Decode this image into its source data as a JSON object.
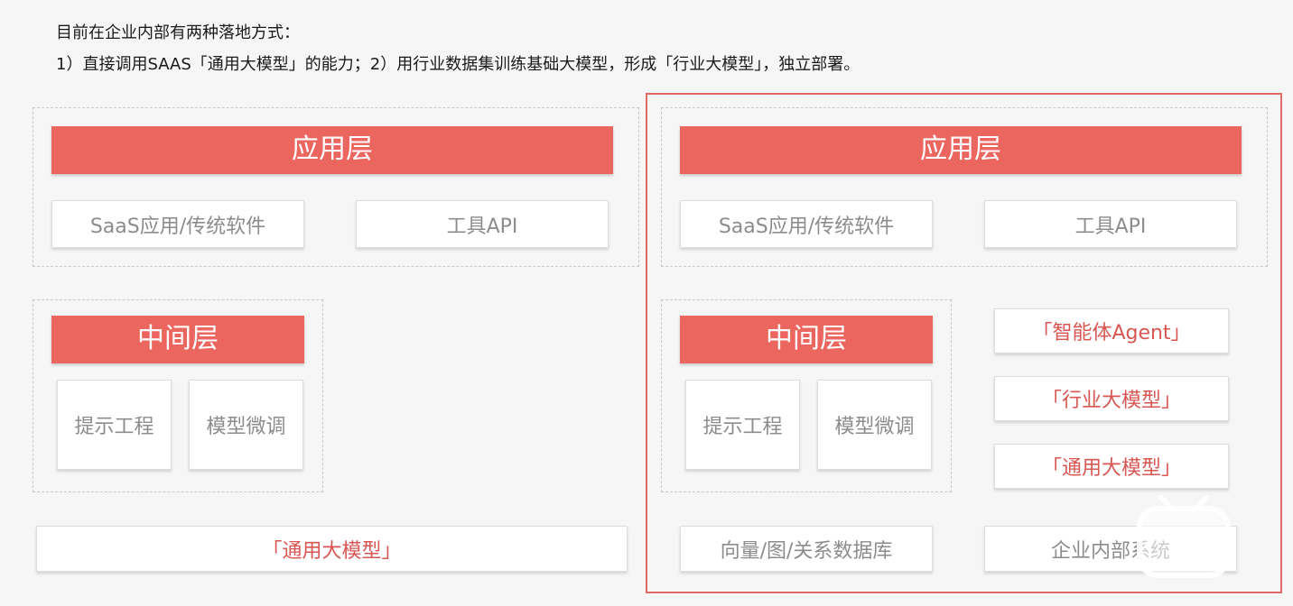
{
  "heading": {
    "line1": "目前在企业内部有两种落地方式：",
    "line2": "1）直接调用SAAS「通用大模型」的能力；2）用行业数据集训练基础大模型，形成「行业大模型」，独立部署。"
  },
  "left": {
    "app_layer": {
      "title": "应用层",
      "saas": "SaaS应用/传统软件",
      "tool_api": "工具API"
    },
    "middle_layer": {
      "title": "中间层",
      "prompt": "提示工程",
      "finetune": "模型微调"
    },
    "general_model": "「通用大模型」"
  },
  "right": {
    "app_layer": {
      "title": "应用层",
      "saas": "SaaS应用/传统软件",
      "tool_api": "工具API"
    },
    "middle_layer": {
      "title": "中间层",
      "prompt": "提示工程",
      "finetune": "模型微调"
    },
    "agent": "「智能体Agent」",
    "industry_model": "「行业大模型」",
    "general_model": "「通用大模型」",
    "vector_db": "向量/图/关系数据库",
    "enterprise_system": "企业内部系统"
  },
  "colors": {
    "accent_red": "#ec6660",
    "frame_red": "#dd6a64",
    "label_red": "#d85753",
    "label_gray": "#8c8c8c"
  },
  "icons": {
    "watermark": "tv-play-icon"
  }
}
